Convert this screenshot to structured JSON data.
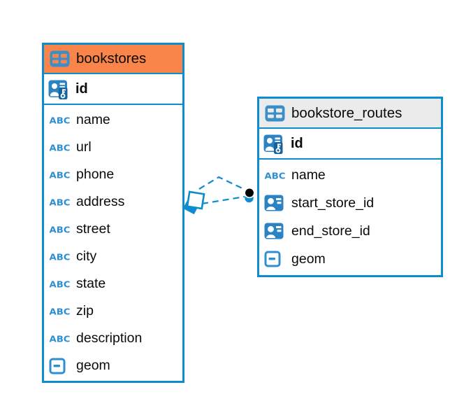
{
  "diagram": {
    "tables": [
      {
        "name": "bookstores",
        "header_color": "#f9854a",
        "primary_key": {
          "label": "id",
          "icon": "primary-key"
        },
        "fields": [
          {
            "label": "name",
            "icon": "text"
          },
          {
            "label": "url",
            "icon": "text"
          },
          {
            "label": "phone",
            "icon": "text"
          },
          {
            "label": "address",
            "icon": "text"
          },
          {
            "label": "street",
            "icon": "text"
          },
          {
            "label": "city",
            "icon": "text"
          },
          {
            "label": "state",
            "icon": "text"
          },
          {
            "label": "zip",
            "icon": "text"
          },
          {
            "label": "description",
            "icon": "text"
          },
          {
            "label": "geom",
            "icon": "geometry"
          }
        ]
      },
      {
        "name": "bookstore_routes",
        "header_color": "#ebebeb",
        "primary_key": {
          "label": "id",
          "icon": "primary-key"
        },
        "fields": [
          {
            "label": "name",
            "icon": "text"
          },
          {
            "label": "start_store_id",
            "icon": "reference"
          },
          {
            "label": "end_store_id",
            "icon": "reference"
          },
          {
            "label": "geom",
            "icon": "geometry"
          }
        ]
      }
    ],
    "relationship": {
      "from_table": "bookstores",
      "to_table": "bookstore_routes",
      "line_style": "dashed",
      "line_count": 2,
      "source_marker": "stacked-squares",
      "target_marker": "dot"
    }
  },
  "colors": {
    "accent_blue": "#0d8dce",
    "icon_blue": "#2b83c4",
    "icon_light_blue": "#2e8fd0",
    "key_box_blue": "#15629f",
    "orange_header": "#f9854a",
    "gray_header": "#ebebeb",
    "text": "#0a0a0a",
    "background": "#ffffff"
  }
}
